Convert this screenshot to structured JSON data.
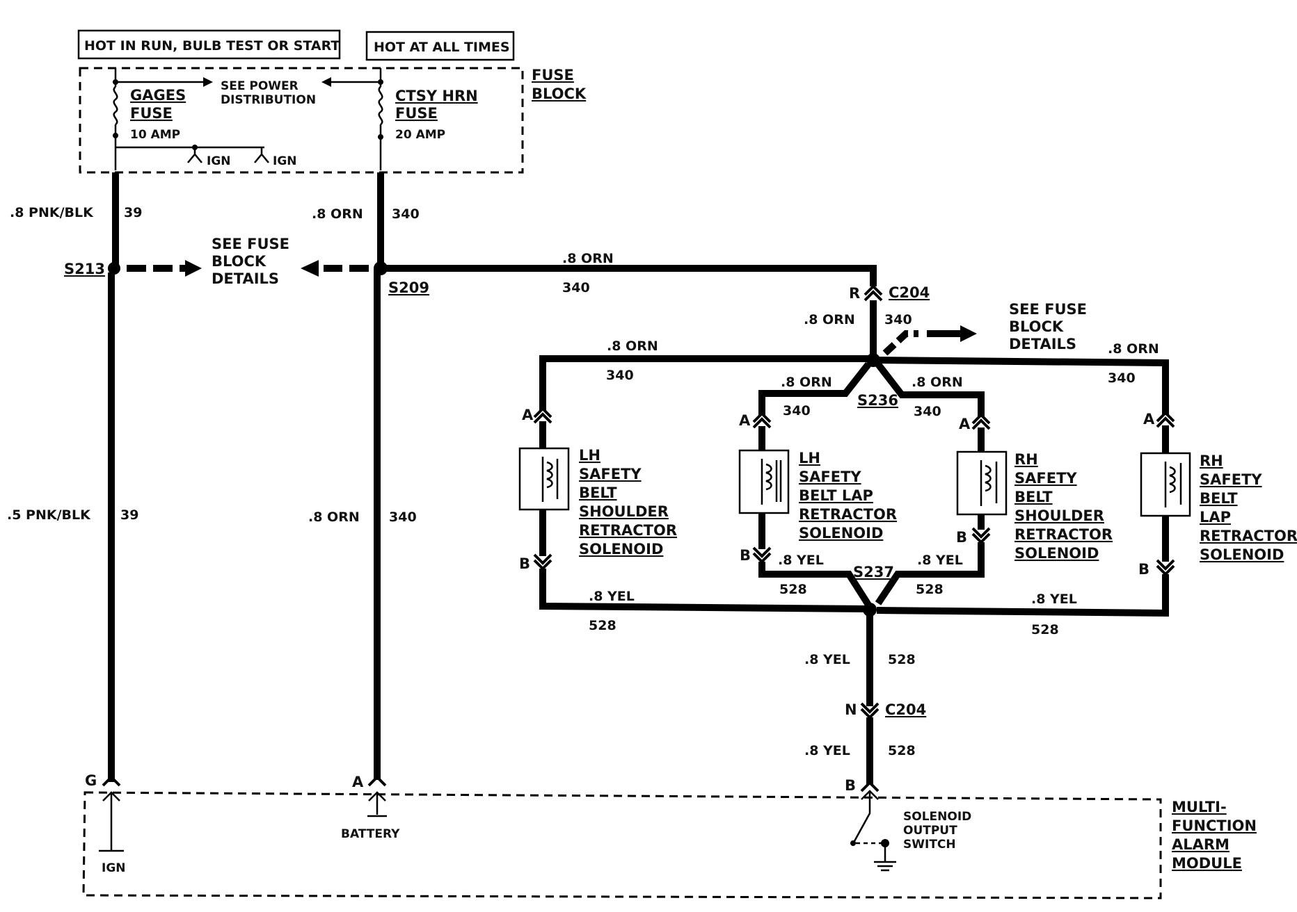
{
  "fuse_block": {
    "hot_run_label": "HOT IN RUN, BULB TEST OR START",
    "hot_always_label": "HOT AT ALL TIMES",
    "title_line1": "FUSE",
    "title_line2": "BLOCK",
    "gages_fuse": {
      "line1": "GAGES",
      "line2": "FUSE",
      "rating": "10 AMP"
    },
    "ctsy_fuse": {
      "line1": "CTSY HRN",
      "line2": "FUSE",
      "rating": "20 AMP"
    },
    "see_power_line1": "SEE POWER",
    "see_power_line2": "DISTRIBUTION",
    "ign1": "IGN",
    "ign2": "IGN"
  },
  "fuse_details": {
    "line1": "SEE FUSE",
    "line2": "BLOCK",
    "line3": "DETAILS"
  },
  "splices": {
    "s213": "S213",
    "s209": "S209",
    "s236": "S236",
    "s237": "S237"
  },
  "connectors": {
    "c204_top": "C204",
    "c204_bottom": "C204"
  },
  "pins": {
    "r": "R",
    "n": "N",
    "a": "A",
    "b": "B",
    "g": "G"
  },
  "wires": {
    "pnk_blk_8": ".8 PNK/BLK",
    "pnk_blk_5": ".5 PNK/BLK",
    "orn": ".8 ORN",
    "yel": ".8 YEL",
    "c39": "39",
    "c340": "340",
    "c528": "528"
  },
  "solenoids": [
    {
      "lines": [
        "LH",
        "SAFETY",
        "BELT",
        "SHOULDER",
        "RETRACTOR",
        "SOLENOID"
      ]
    },
    {
      "lines": [
        "LH",
        "SAFETY",
        "BELT LAP",
        "RETRACTOR",
        "SOLENOID"
      ]
    },
    {
      "lines": [
        "RH",
        "SAFETY",
        "BELT",
        "SHOULDER",
        "RETRACTOR",
        "SOLENOID"
      ]
    },
    {
      "lines": [
        "RH",
        "SAFETY",
        "BELT",
        "LAP",
        "RETRACTOR",
        "SOLENOID"
      ]
    }
  ],
  "module": {
    "title": [
      "MULTI-",
      "FUNCTION",
      "ALARM",
      "MODULE"
    ],
    "battery": "BATTERY",
    "ign": "IGN",
    "switch": [
      "SOLENOID",
      "OUTPUT",
      "SWITCH"
    ]
  }
}
